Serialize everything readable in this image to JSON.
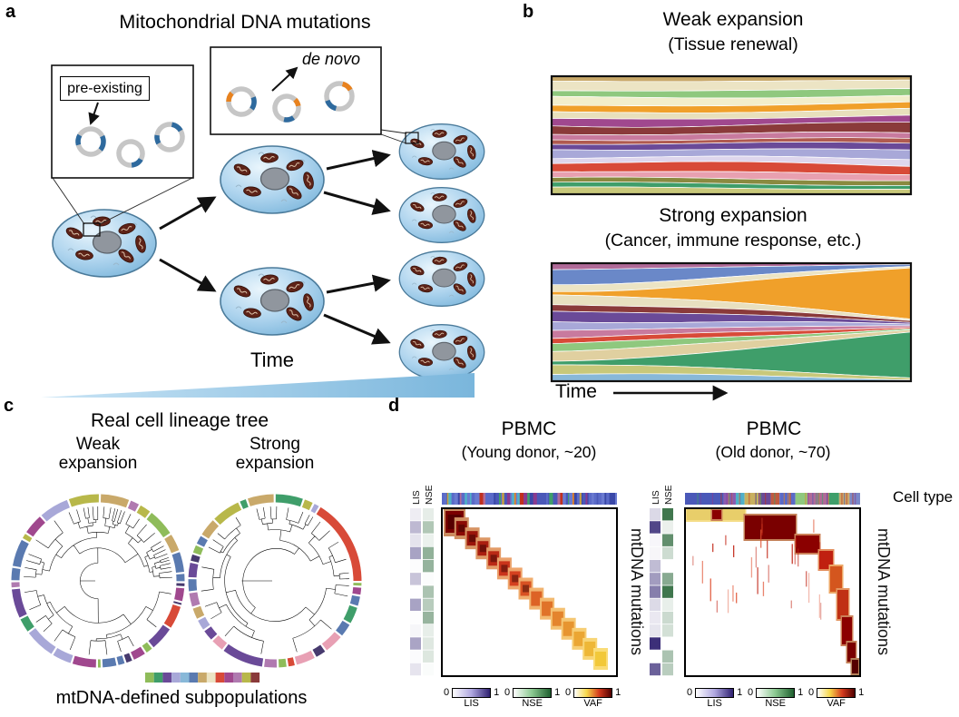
{
  "panels": {
    "a": {
      "label": "a",
      "title": "Mitochondrial DNA mutations",
      "preexisting": "pre-existing",
      "denovo": "de novo",
      "time": "Time"
    },
    "b": {
      "label": "b",
      "weak_title": "Weak expansion",
      "weak_sub": "(Tissue renewal)",
      "strong_title": "Strong expansion",
      "strong_sub": "(Cancer, immune response, etc.)",
      "time": "Time"
    },
    "c": {
      "label": "c",
      "title": "Real cell lineage tree",
      "weak_line1": "Weak",
      "weak_line2": "expansion",
      "strong_line1": "Strong",
      "strong_line2": "expansion",
      "caption": "mtDNA-defined subpopulations"
    },
    "d": {
      "label": "d",
      "young_title": "PBMC",
      "young_sub": "(Young donor, ~20)",
      "old_title": "PBMC",
      "old_sub": "(Old donor, ~70)",
      "cell_type": "Cell type",
      "mtdna_young": "mtDNA mutations",
      "mtdna_old": "mtDNA mutations",
      "lis_young": "LIS",
      "nse_young": "NSE",
      "lis_old": "LIS",
      "nse_old": "NSE",
      "scales": {
        "zero": "0",
        "one": "1",
        "lis": "LIS",
        "nse": "NSE",
        "vaf": "VAF"
      }
    }
  },
  "colors": {
    "weak_clones": [
      "#c9a96a",
      "#ece4c4",
      "#8fc87e",
      "#f2eecb",
      "#f0a02a",
      "#e8e0bc",
      "#a0488e",
      "#8a3a3a",
      "#c87a9e",
      "#b05a50",
      "#6a4a98",
      "#a8a8d8",
      "#ded6ec",
      "#d84a38",
      "#e8a0b0",
      "#8a8a40",
      "#3f9e6a",
      "#c8c87a"
    ],
    "strong_clones": [
      "#b06a98",
      "#6a88c8",
      "#ece4c4",
      "#f0a02a",
      "#e8e0c0",
      "#8a3a3a",
      "#6a4a98",
      "#a8a8d8",
      "#c87a9e",
      "#d84a38",
      "#8fc87e",
      "#e0d0a0",
      "#3f9e6a",
      "#c8c87a",
      "#88b8d8"
    ],
    "strong_orange_index": 3,
    "strong_green_index": 12,
    "ring_palette": [
      "#6a4a98",
      "#a8a8d8",
      "#8fbc5a",
      "#b8b84a",
      "#d84a38",
      "#5a7ab0",
      "#e8a0b4",
      "#473a6e",
      "#c9a96a",
      "#3f9e6a",
      "#a0488e",
      "#b07ab0"
    ],
    "legend": [
      "#8fbc5a",
      "#3f9e6a",
      "#6a4a98",
      "#a8a8d8",
      "#88b8d8",
      "#5a7ab0",
      "#c9a96a",
      "#ece4c4",
      "#d84a38",
      "#a0488e",
      "#b07ab0",
      "#b8b84a",
      "#8a3a3a"
    ],
    "celltype_old_segments": [
      [
        "#4a58b8",
        0.22
      ],
      [
        "#8a5ab0",
        0.07
      ],
      [
        "#50b0c8",
        0.05
      ],
      [
        "#c8b060",
        0.08
      ],
      [
        "#6a4a98",
        0.07
      ],
      [
        "#c05a40",
        0.05
      ],
      [
        "#5a6ac8",
        0.09
      ],
      [
        "#8fc87e",
        0.07
      ],
      [
        "#b06a98",
        0.12
      ],
      [
        "#3f9e6a",
        0.06
      ],
      [
        "#caa96a",
        0.06
      ],
      [
        "#7a88c8",
        0.06
      ]
    ],
    "lis_stops": [
      "#ffffff",
      "#b0a8e0",
      "#2e2070"
    ],
    "nse_stops": [
      "#ffffff",
      "#8ac890",
      "#1e5e2e"
    ],
    "vaf_stops": [
      "#ffffff",
      "#f7d84a",
      "#d43a1e",
      "#500000"
    ],
    "mtdna_blue": "#2e6a9e",
    "mtdna_orange": "#e8821e",
    "cell_outline": "#4a7a9a",
    "time_wedge": [
      "#c9e4f5",
      "#7ab6dc"
    ]
  }
}
